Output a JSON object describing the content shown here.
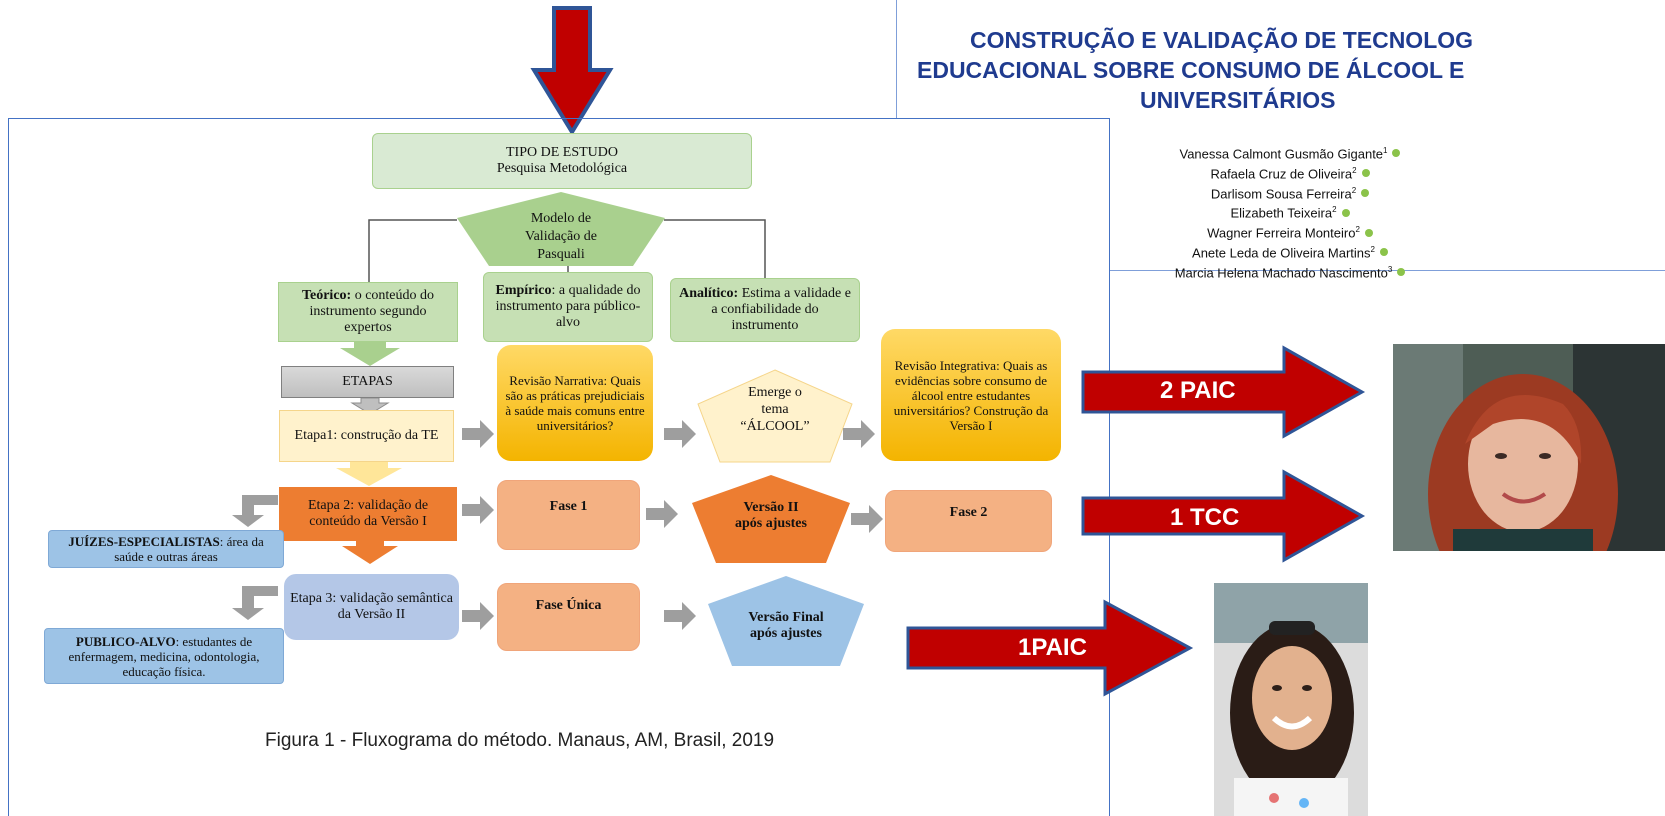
{
  "paper": {
    "title_lines": [
      "CONSTRUÇÃO E VALIDAÇÃO DE TECNOLOG",
      "EDUCACIONAL SOBRE CONSUMO DE ÁLCOOL E",
      "UNIVERSITÁRIOS"
    ],
    "title_color": "#1f3b8f",
    "authors": [
      {
        "name": "Vanessa Calmont Gusmão Gigante",
        "sup": "1"
      },
      {
        "name": "Rafaela Cruz de Oliveira",
        "sup": "2"
      },
      {
        "name": "Darlisom Sousa Ferreira",
        "sup": "2"
      },
      {
        "name": "Elizabeth Teixeira",
        "sup": "2"
      },
      {
        "name": "Wagner Ferreira Monteiro",
        "sup": "2"
      },
      {
        "name": "Anete Leda de Oliveira Martins",
        "sup": "2"
      },
      {
        "name": "Marcia Helena Machado Nascimento",
        "sup": "3"
      }
    ]
  },
  "flowchart": {
    "tipo_estudo": {
      "line1": "TIPO DE ESTUDO",
      "line2": "Pesquisa Metodológica"
    },
    "modelo": [
      "Modelo de",
      "Validação de",
      "Pasquali"
    ],
    "teorico": {
      "bold": "Teórico:",
      "text": " o conteúdo do instrumento segundo expertos"
    },
    "empirico": {
      "bold": "Empírico",
      "text": ": a qualidade do instrumento para público-alvo"
    },
    "analitico": {
      "bold": "Analítico:",
      "text": " Estima a validade e a confiabilidade do instrumento"
    },
    "etapas": "ETAPAS",
    "etapa1": "Etapa1: construção da TE",
    "revisao_narrativa": "Revisão Narrativa: Quais são as práticas prejudiciais à saúde mais comuns entre universitários?",
    "emerge": [
      "Emerge o",
      "tema",
      "“ÁLCOOL”"
    ],
    "revisao_integrativa": "Revisão Integrativa: Quais as evidências sobre consumo de álcool entre estudantes universitários? Construção da Versão I",
    "etapa2": "Etapa 2: validação de conteúdo da Versão I",
    "fase1": "Fase 1",
    "versao2": [
      "Versão II",
      "após ajustes"
    ],
    "fase2": "Fase 2",
    "juizes": {
      "bold": "JUÍZES-ESPECIALISTAS",
      "text": ": área da saúde e outras áreas"
    },
    "etapa3": "Etapa 3: validação semântica da Versão II",
    "fase_unica": "Fase Única",
    "versao_final": [
      "Versão Final",
      "após ajustes"
    ],
    "publico": {
      "bold": "PUBLICO-ALVO",
      "text": ":  estudantes de enfermagem,  medicina, odontologia, educação física."
    },
    "caption": "Figura 1 - Fluxograma do método. Manaus, AM, Brasil, 2019"
  },
  "annotations": [
    {
      "label": "2 PAIC"
    },
    {
      "label": "1 TCC"
    },
    {
      "label": "1PAIC"
    }
  ],
  "colors": {
    "red_arrow": "#c00000",
    "arrow_border": "#2f5597",
    "frame": "#4472c4"
  }
}
